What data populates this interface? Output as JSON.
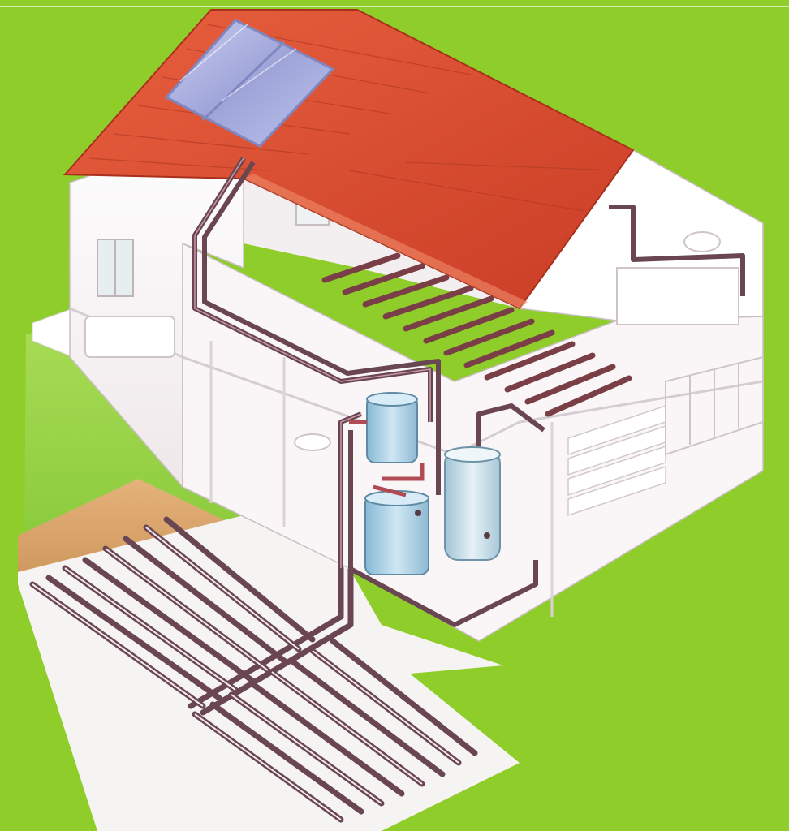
{
  "colors": {
    "background": "#8fce2a",
    "roof": "#e1553a",
    "roof_dark": "#c23b24",
    "wall": "#fbf6f6",
    "wall_shade": "#ece4e6",
    "pipe": "#6a4652",
    "pipe_light": "#9c6d7a",
    "soil": "#d9a46a",
    "grass": "#9ad64a",
    "solar_panel": "#aab0df",
    "tank": "#a9d2e8",
    "tank_tall": "#c6dde8"
  },
  "components": [
    {
      "id": "solar-collector",
      "icon": "solar-panel-icon"
    },
    {
      "id": "roof",
      "icon": "roof-tiles-icon"
    },
    {
      "id": "underfloor-heating-coil",
      "icon": "heating-coil-icon"
    },
    {
      "id": "ground-loop-collector",
      "icon": "ground-loop-icon"
    },
    {
      "id": "heat-pump",
      "icon": "heat-pump-icon"
    },
    {
      "id": "buffer-tank",
      "icon": "tank-icon"
    },
    {
      "id": "hot-water-cylinder",
      "icon": "cylinder-icon"
    }
  ]
}
